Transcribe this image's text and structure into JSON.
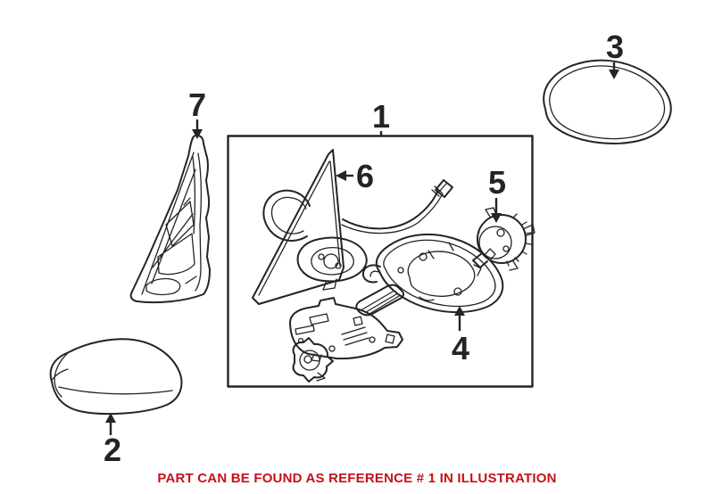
{
  "note": {
    "text": "PART CAN BE FOUND AS REFERENCE # 1 IN ILLUSTRATION"
  },
  "labels": [
    "1",
    "2",
    "3",
    "4",
    "5",
    "6",
    "7"
  ],
  "colors": {
    "background": "#ffffff",
    "line": "#262321",
    "note_text": "#c41218"
  }
}
